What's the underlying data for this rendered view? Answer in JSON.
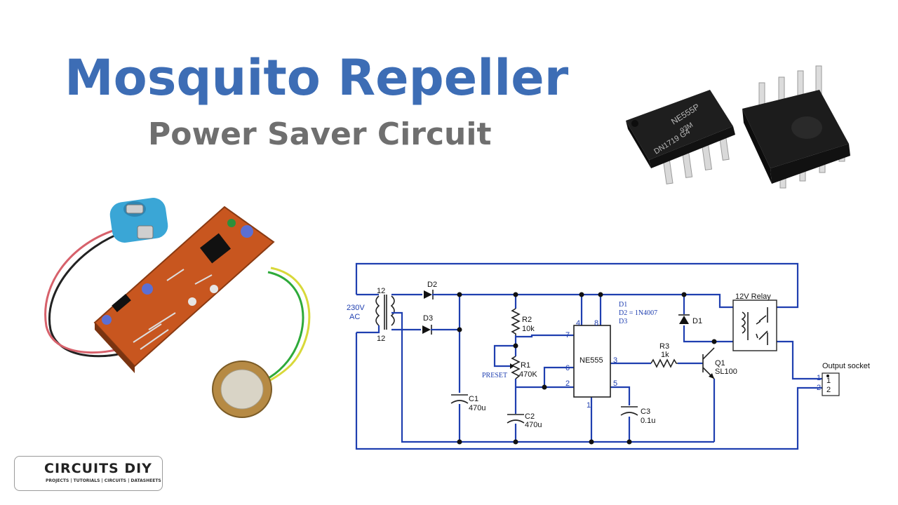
{
  "title": "Mosquito Repeller",
  "subtitle": "Power Saver Circuit",
  "chip_marking": {
    "line1": "NE555P",
    "line2": "93M",
    "line3": "DN1719 G4"
  },
  "schematic": {
    "transformer_primary": "230V",
    "transformer_primary_2": "AC",
    "tap_top": "12",
    "tap_bottom": "12",
    "d2": "D2",
    "d3": "D3",
    "c1": "C1",
    "c1_val": "470u",
    "r2": "R2",
    "r2_val": "10k",
    "r1": "R1",
    "r1_val": "470K",
    "preset": "PRESET",
    "c2": "C2",
    "c2_val": "470u",
    "ic": "NE555",
    "pin4": "4",
    "pin8": "8",
    "pin7": "7",
    "pin6": "6",
    "pin2": "2",
    "pin3": "3",
    "pin5": "5",
    "pin1": "1",
    "note1": "D1",
    "note2": "D2   =  1N4007",
    "note3": "D3",
    "c3": "C3",
    "c3_val": "0.1u",
    "r3": "R3",
    "r3_val": "1k",
    "d1": "D1",
    "q1": "Q1",
    "q1_val": "SL100",
    "relay": "12V Relay",
    "output": "Output socket",
    "sock1": "1",
    "sock2": "2",
    "sock_pin1": "1",
    "sock_pin2": "2"
  },
  "logo": {
    "name": "CIRCUITS DIY",
    "tagline": "PROJECTS | TUTORIALS | CIRCUITS | DATASHEETS"
  },
  "colors": {
    "title": "#3d6db5",
    "subtitle": "#6f6f6f",
    "wire": "#1f3fb0",
    "pcb": "#c8561f"
  }
}
